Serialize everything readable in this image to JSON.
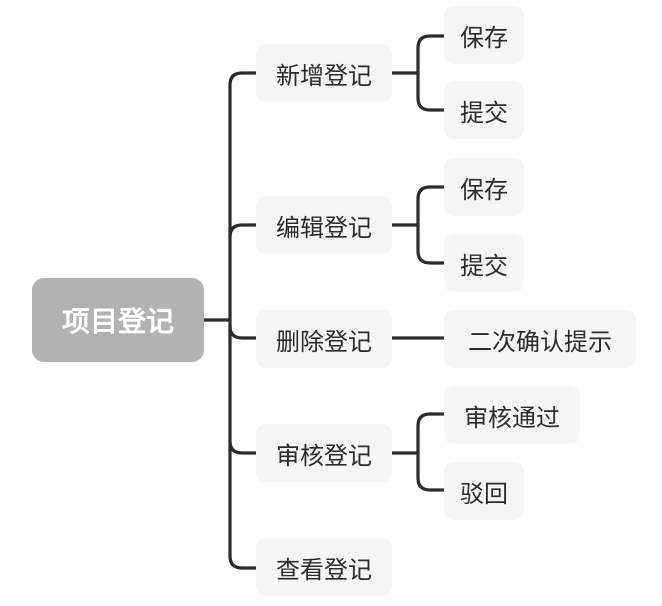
{
  "root": {
    "label": "项目登记"
  },
  "branches": [
    {
      "label": "新增登记",
      "children": [
        {
          "label": "保存"
        },
        {
          "label": "提交"
        }
      ]
    },
    {
      "label": "编辑登记",
      "children": [
        {
          "label": "保存"
        },
        {
          "label": "提交"
        }
      ]
    },
    {
      "label": "删除登记",
      "children": [
        {
          "label": "二次确认提示"
        }
      ]
    },
    {
      "label": "审核登记",
      "children": [
        {
          "label": "审核通过"
        },
        {
          "label": "驳回"
        }
      ]
    },
    {
      "label": "查看登记",
      "children": []
    }
  ],
  "colors": {
    "root_fill": "#b2b2b2",
    "node_fill": "#f5f5f5",
    "connector": "#2b2b2b",
    "text": "#2b2b2b",
    "root_text": "#ffffff"
  }
}
